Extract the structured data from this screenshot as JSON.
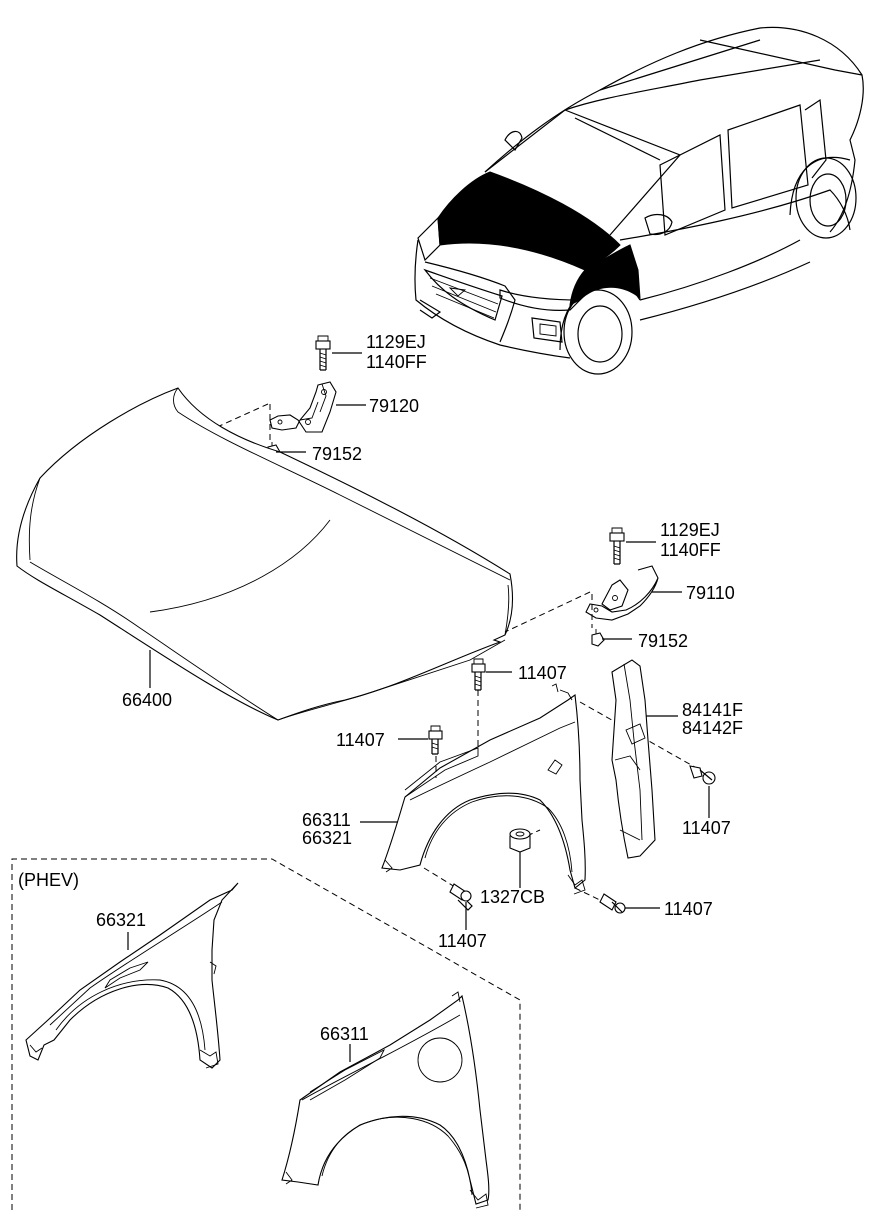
{
  "labels": {
    "hinge_lh_bolt_a": "1129EJ",
    "hinge_lh_bolt_b": "1140FF",
    "hinge_lh": "79120",
    "hinge_lh_nut": "79152",
    "hinge_rh_bolt_a": "1129EJ",
    "hinge_rh_bolt_b": "1140FF",
    "hinge_rh": "79110",
    "hinge_rh_nut": "79152",
    "hood": "66400",
    "fender_bolt_top": "11407",
    "fender_bolt_left": "11407",
    "fender_a": "66311",
    "fender_b": "66321",
    "guard_a": "84141F",
    "guard_b": "84142F",
    "guard_bolt": "11407",
    "clip": "1327CB",
    "fender_bolt_bottom": "11407",
    "fender_bolt_right": "11407"
  },
  "phev": {
    "title": "(PHEV)",
    "fender_lh": "66321",
    "fender_rh": "66311"
  }
}
